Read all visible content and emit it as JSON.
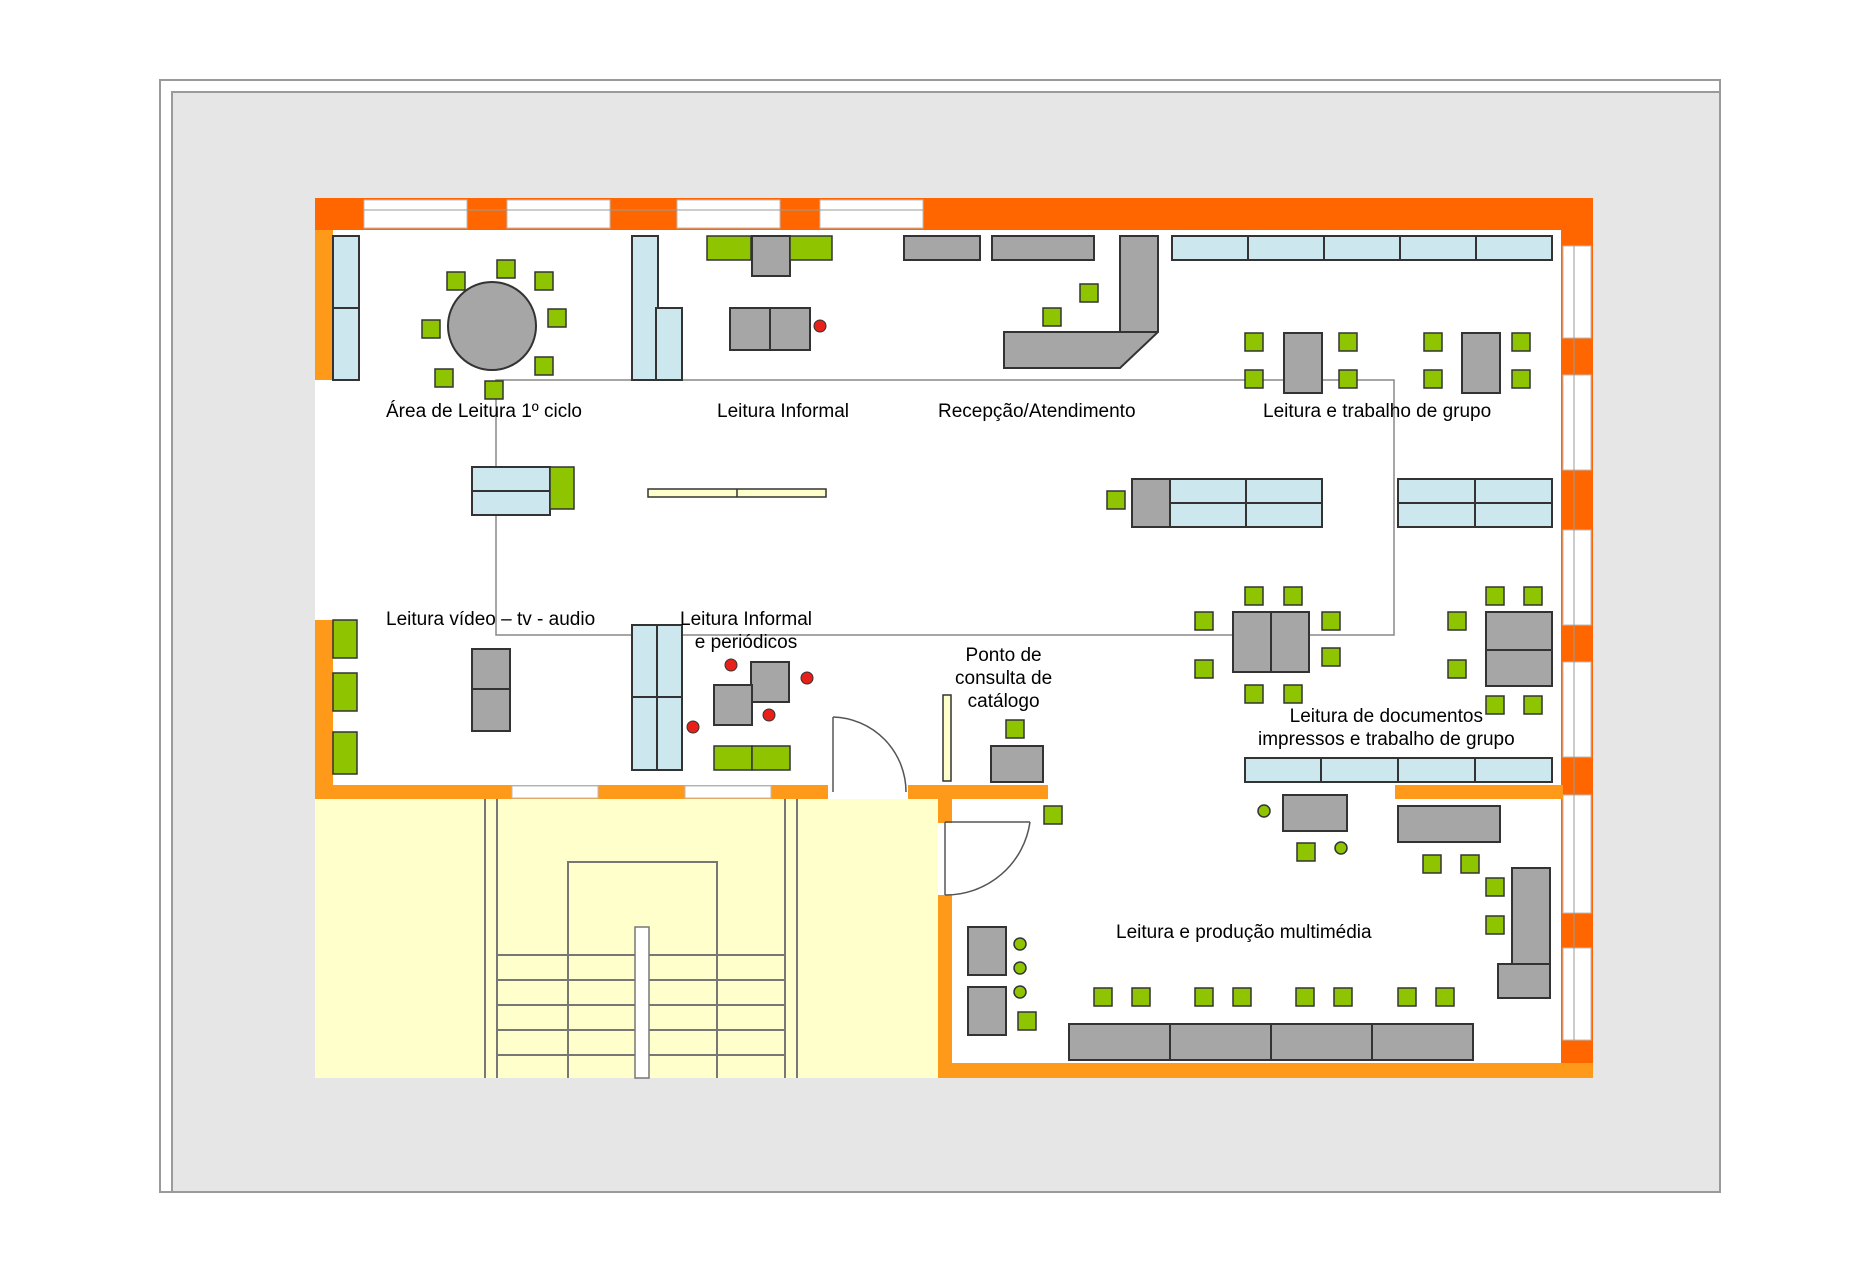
{
  "colors": {
    "wall": "#ff6600",
    "wall_light": "#ff9919",
    "shelf": "#cce8ee",
    "seat": "#8ec400",
    "table": "#a6a6a6",
    "red_dot": "#e8201a",
    "stair": "#ffffcc",
    "outer": "#e6e6e6",
    "floor": "#ffffff"
  },
  "labels": {
    "area_leitura_1ciclo": "Área de Leitura 1º ciclo",
    "leitura_informal": "Leitura Informal",
    "recepcao": "Recepção/Atendimento",
    "leitura_grupo": "Leitura e trabalho de grupo",
    "leitura_video": "Leitura vídeo – tv - audio",
    "leitura_informal_periodicos_1": "Leitura Informal",
    "leitura_informal_periodicos_2": "e periódicos",
    "ponto_consulta_1": "Ponto de",
    "ponto_consulta_2": "consulta de",
    "ponto_consulta_3": "catálogo",
    "leitura_documentos_1": "Leitura de documentos",
    "leitura_documentos_2": "impressos e trabalho de grupo",
    "multimedia": "Leitura e produção multimédia"
  }
}
